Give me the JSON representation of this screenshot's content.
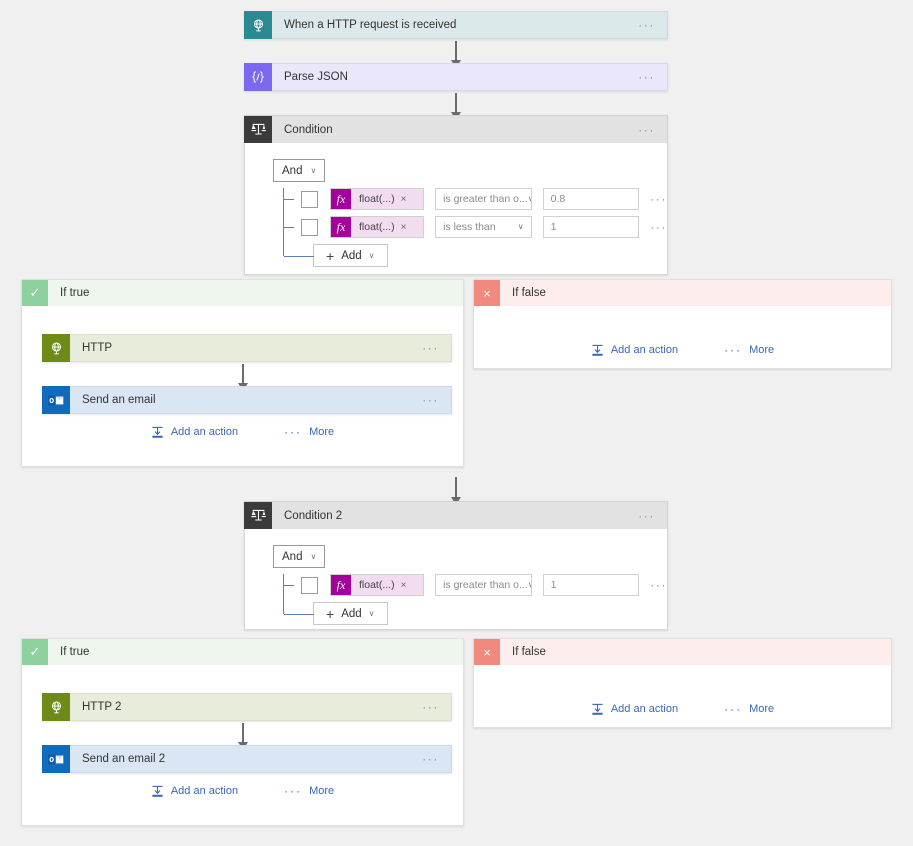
{
  "theme": {
    "bg": "#f0f0f0",
    "trigger_accent": "#2a8a92",
    "json_accent": "#7a68ee",
    "condition_accent": "#3b3b3b",
    "http_accent": "#6f8b17",
    "mail_accent": "#0f6cbd",
    "true_accent": "#8fd19e",
    "false_accent": "#f0897e",
    "link": "#3a67b8",
    "token_accent": "#a4009c"
  },
  "cards": {
    "trigger": {
      "title": "When a HTTP request is received",
      "icon": "globe-icon",
      "menu": "···"
    },
    "parse_json": {
      "title": "Parse JSON",
      "icon": "code-braces-icon",
      "menu": "···"
    },
    "condition1": {
      "title": "Condition",
      "icon": "condition-scale-icon",
      "menu": "···"
    },
    "condition2": {
      "title": "Condition 2",
      "icon": "condition-scale-icon",
      "menu": "···"
    },
    "http1": {
      "title": "HTTP",
      "icon": "globe-icon",
      "menu": "···"
    },
    "mail1": {
      "title": "Send an email",
      "icon": "outlook-icon",
      "menu": "···"
    },
    "http2": {
      "title": "HTTP 2",
      "icon": "globe-icon",
      "menu": "···"
    },
    "mail2": {
      "title": "Send an email 2",
      "icon": "outlook-icon",
      "menu": "···"
    }
  },
  "condition1": {
    "logic_operator": "And",
    "rows": [
      {
        "token": "float(...)",
        "token_remove": "×",
        "operator": "is greater than o...",
        "value": "0.8",
        "menu": "···"
      },
      {
        "token": "float(...)",
        "token_remove": "×",
        "operator": "is less than",
        "value": "1",
        "menu": "···"
      }
    ],
    "add_label": "Add"
  },
  "condition2": {
    "logic_operator": "And",
    "rows": [
      {
        "token": "float(...)",
        "token_remove": "×",
        "operator": "is greater than o...",
        "value": "1",
        "menu": "···"
      }
    ],
    "add_label": "Add"
  },
  "branches": {
    "b1_true": {
      "label": "If true",
      "icon": "checkmark-icon",
      "glyph": "✓"
    },
    "b1_false": {
      "label": "If false",
      "icon": "cross-icon",
      "glyph": "×"
    },
    "b2_true": {
      "label": "If true",
      "icon": "checkmark-icon",
      "glyph": "✓"
    },
    "b2_false": {
      "label": "If false",
      "icon": "cross-icon",
      "glyph": "×"
    }
  },
  "footer_actions": {
    "add_action": "Add an action",
    "more": "More",
    "more_dots": "···"
  },
  "fx_label": "fx",
  "chevron": "∨"
}
